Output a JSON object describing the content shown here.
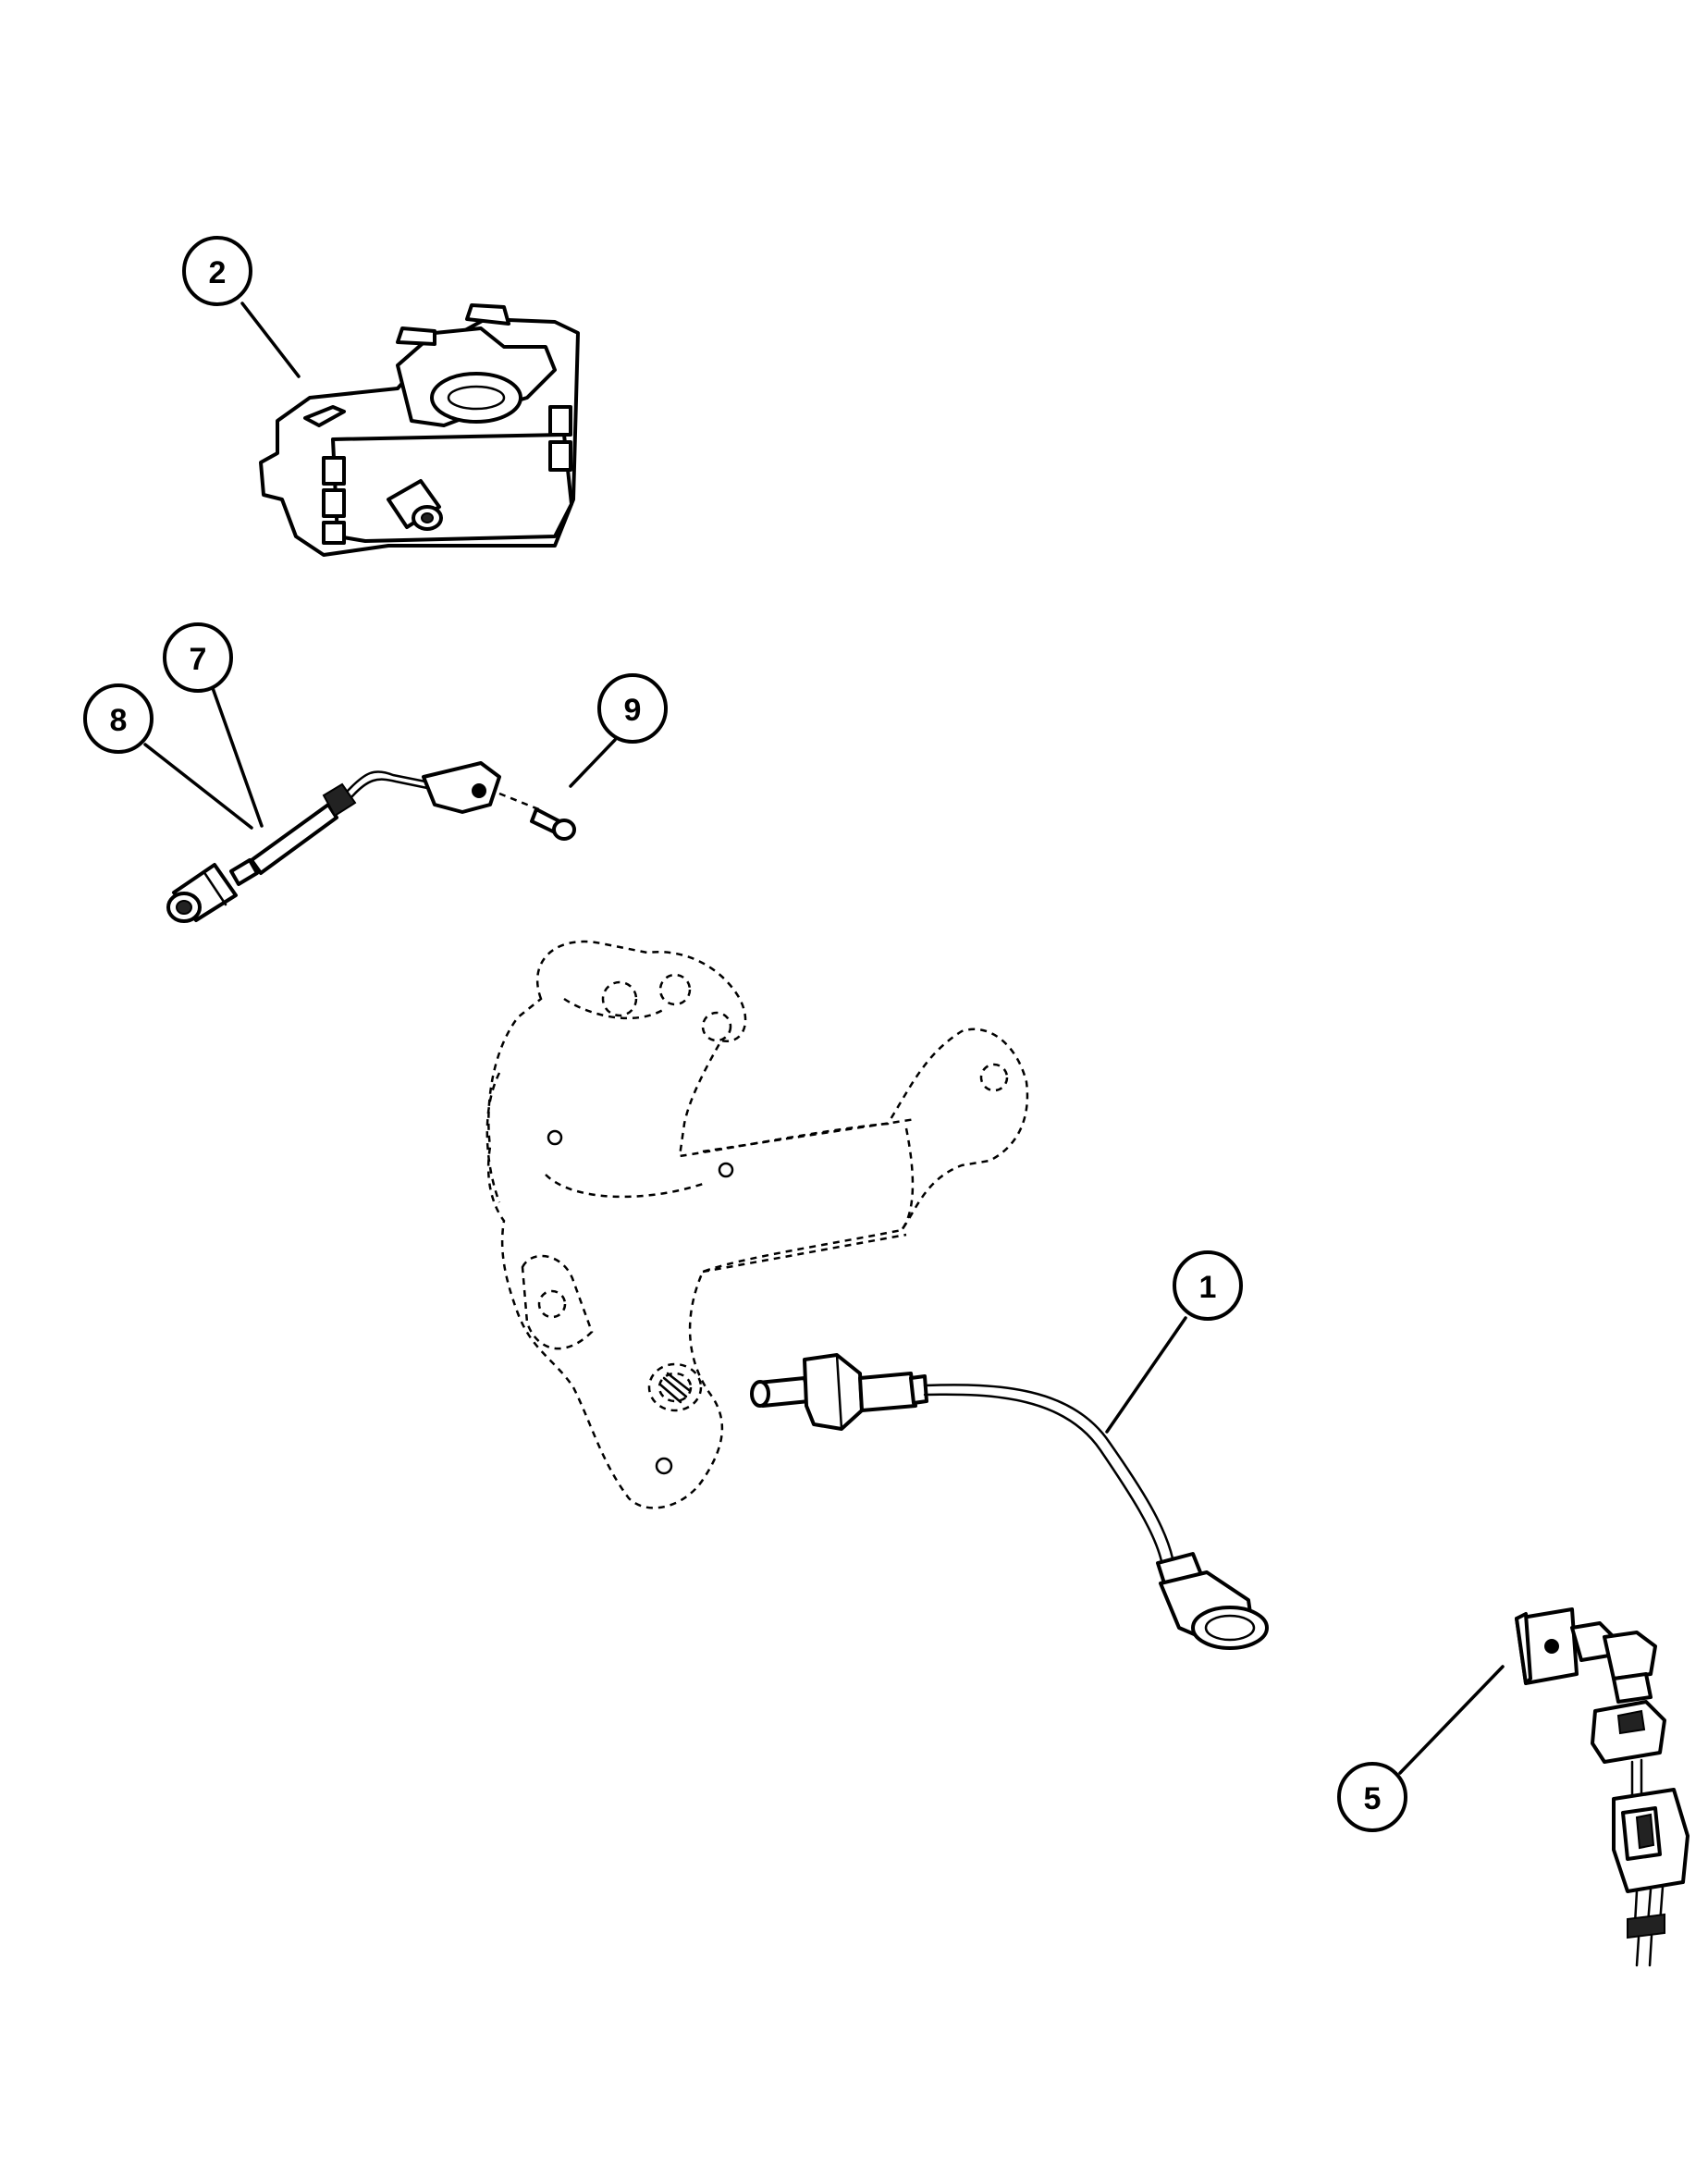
{
  "callouts": [
    {
      "id": "callout-1",
      "label": "1"
    },
    {
      "id": "callout-2",
      "label": "2"
    },
    {
      "id": "callout-5",
      "label": "5"
    },
    {
      "id": "callout-7",
      "label": "7"
    },
    {
      "id": "callout-8",
      "label": "8"
    },
    {
      "id": "callout-9",
      "label": "9"
    }
  ]
}
